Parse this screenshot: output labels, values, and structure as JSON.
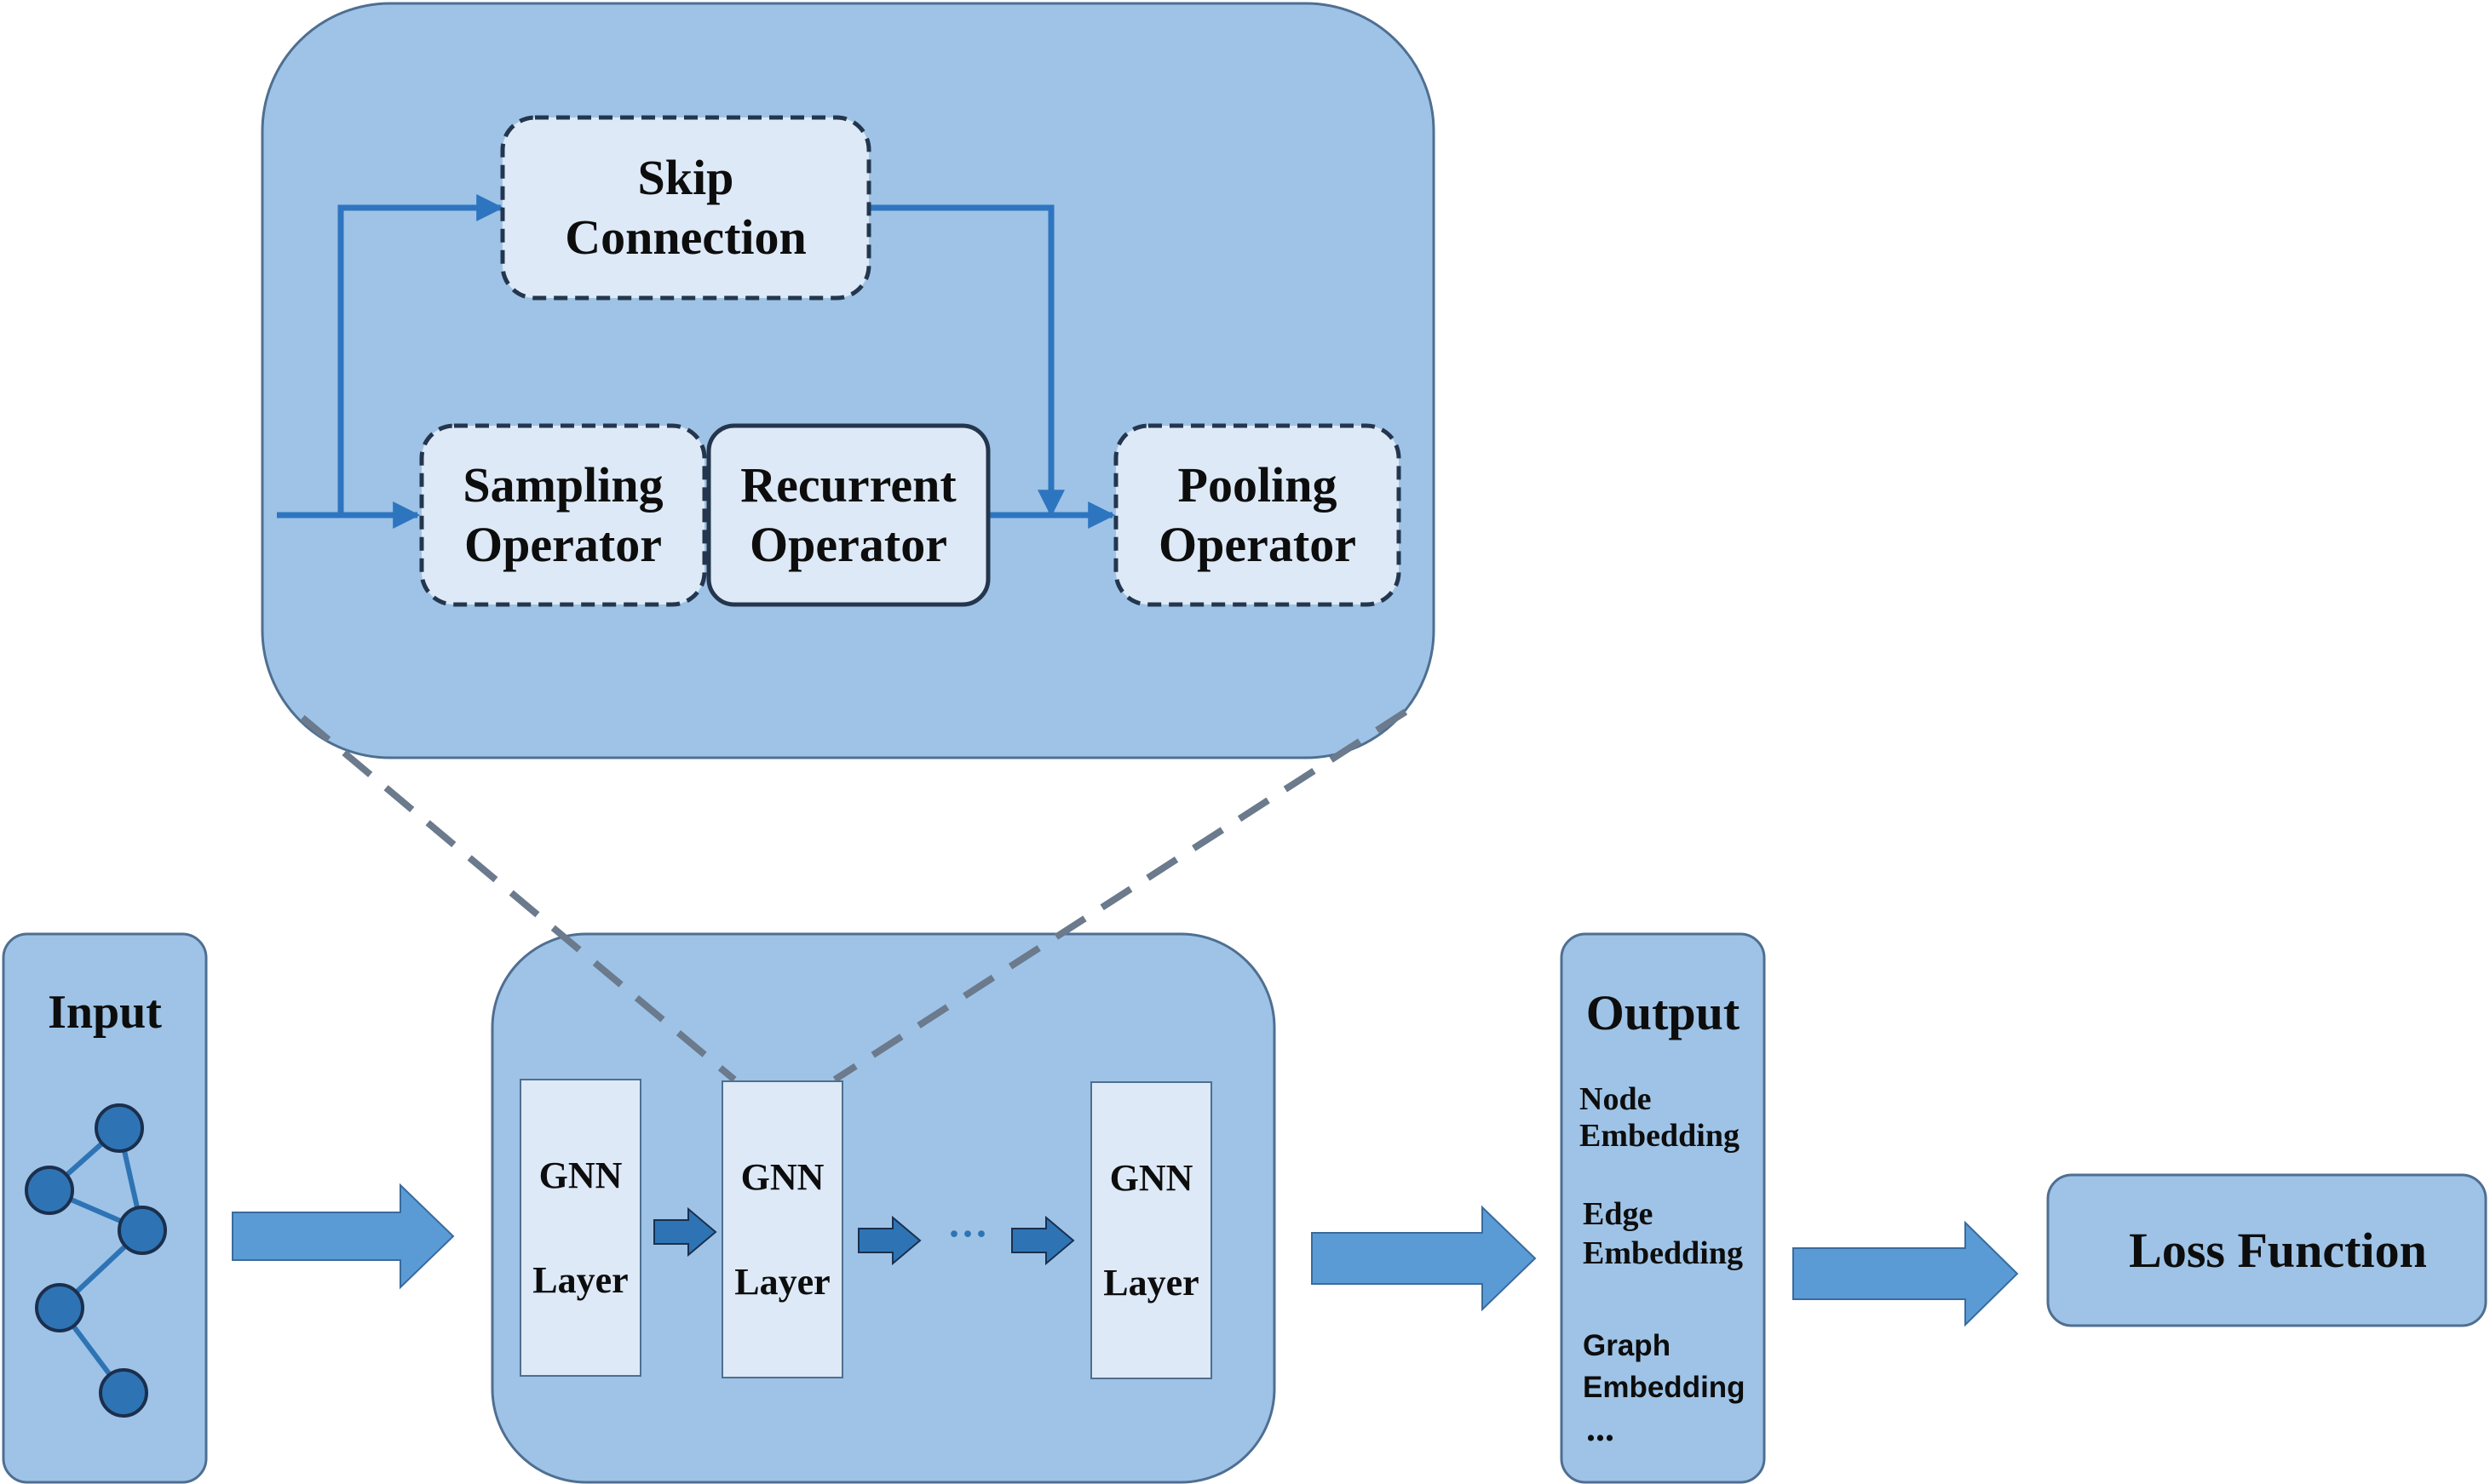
{
  "colors": {
    "panel_fill": "#9ec3e6",
    "panel_stroke": "#4f6f91",
    "box_fill": "#dde9f6",
    "box_stroke": "#24364d",
    "arrow_blue": "#2e75c0",
    "big_arrow": "#5b9bd5",
    "small_arrow": "#2e74b5",
    "node_fill": "#2e74b5",
    "node_stroke": "#1b2f4d",
    "edge": "#2e74b5",
    "zoom_dash": "#6b7a8c"
  },
  "module": {
    "skip": "Skip\nConnection",
    "sampling": "Sampling\nOperator",
    "recurrent": "Recurrent\nOperator",
    "pooling": "Pooling\nOperator"
  },
  "input": {
    "title": "Input"
  },
  "layers": {
    "l1": "GNN\n\nLayer",
    "l2": "GNN\n\nLayer",
    "l3": "GNN\n\nLayer",
    "dots": "···"
  },
  "output": {
    "title": "Output",
    "node": "Node\nEmbedding",
    "edge": "Edge\nEmbedding",
    "graph": "Graph\nEmbedding",
    "more": "..."
  },
  "loss": {
    "label": "Loss Function"
  }
}
